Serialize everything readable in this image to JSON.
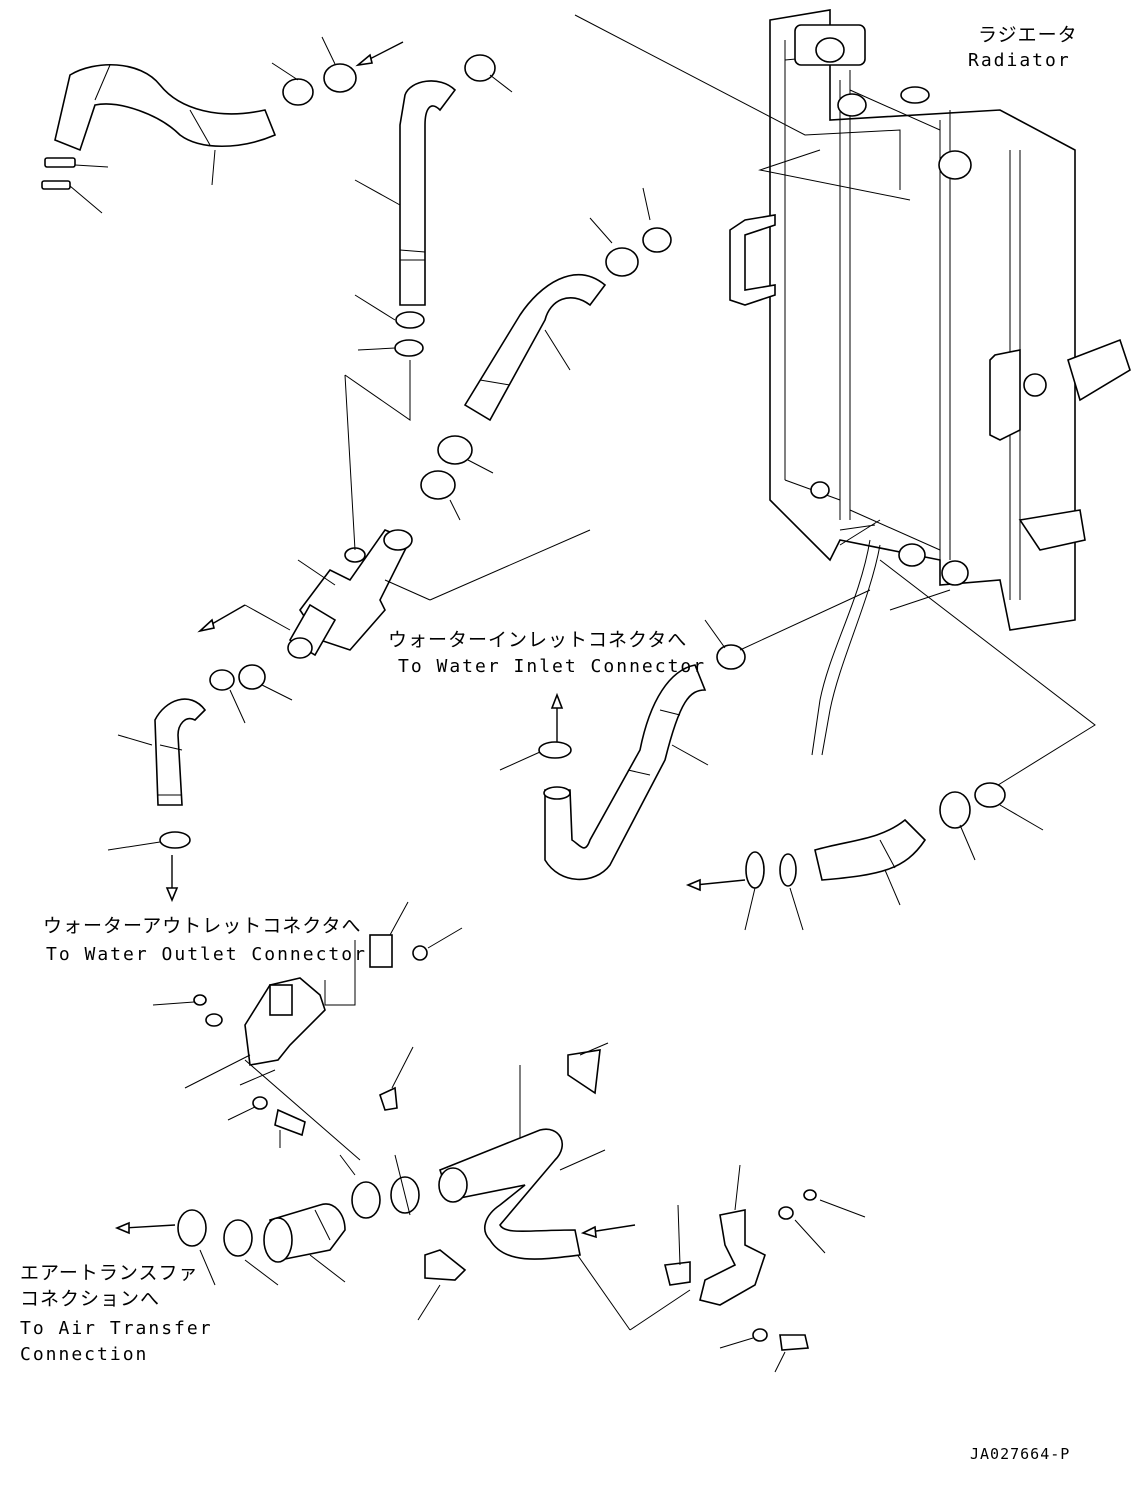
{
  "labels": {
    "radiator": {
      "jp": "ラジエータ",
      "en": "Radiator"
    },
    "water_inlet": {
      "jp": "ウォーターインレットコネクタへ",
      "en": "To Water Inlet Connector"
    },
    "water_outlet": {
      "jp": "ウォーターアウトレットコネクタへ",
      "en": "To Water Outlet Connector"
    },
    "air_transfer": {
      "jp_line1": "エアートランスファ",
      "jp_line2": "コネクションへ",
      "en_line1": "To Air Transfer",
      "en_line2": "Connection"
    }
  },
  "drawing_number": "JA027664-P"
}
